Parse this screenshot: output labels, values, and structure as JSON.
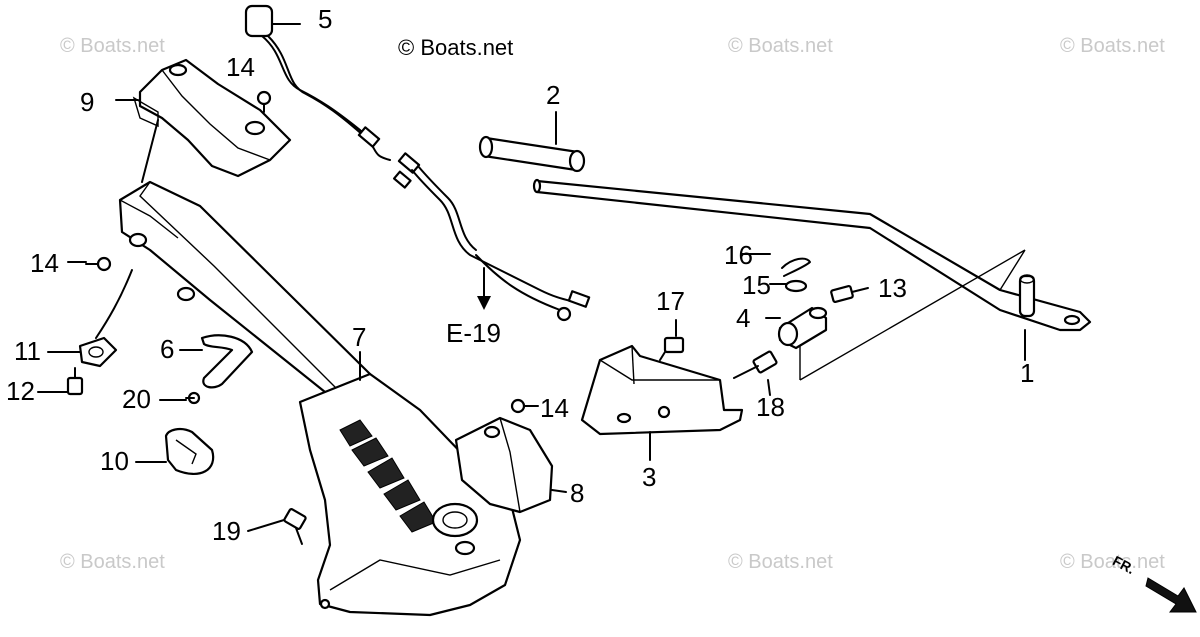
{
  "watermarks": {
    "main": "© Boats.net",
    "faded": "© Boats.net"
  },
  "callouts": {
    "c1": "1",
    "c2": "2",
    "c3": "3",
    "c4": "4",
    "c5": "5",
    "c6": "6",
    "c7": "7",
    "c8": "8",
    "c9": "9",
    "c10": "10",
    "c11": "11",
    "c12": "12",
    "c13": "13",
    "c14a": "14",
    "c14b": "14",
    "c14c": "14",
    "c15": "15",
    "c16": "16",
    "c17": "17",
    "c18": "18",
    "c19": "19",
    "c20": "20",
    "ref": "E-19"
  },
  "direction_label": "FR.",
  "colors": {
    "ink": "#000000",
    "watermark": "#c9c9c9",
    "paper": "#ffffff"
  }
}
